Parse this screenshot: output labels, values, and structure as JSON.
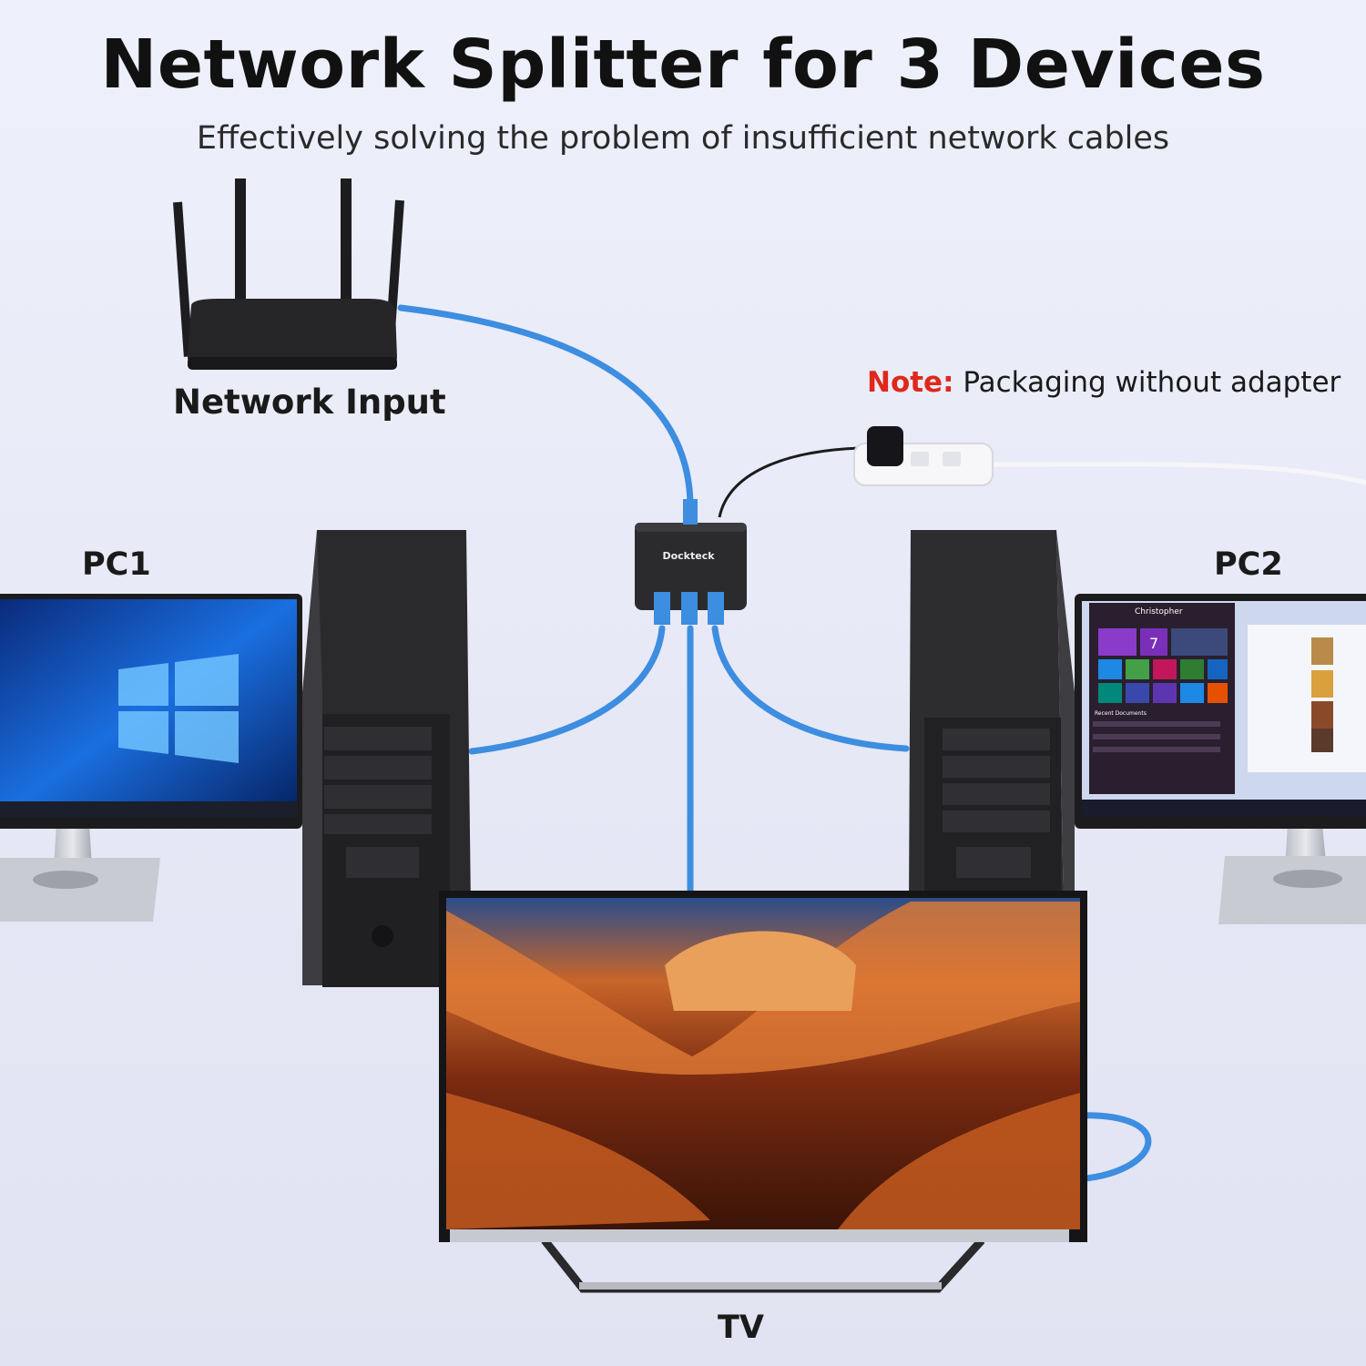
{
  "header": {
    "title": "Network Splitter for 3 Devices",
    "subtitle": "Effectively solving the problem of insufficient network cables"
  },
  "labels": {
    "network_input": "Network Input",
    "pc1": "PC1",
    "pc2": "PC2",
    "tv": "TV"
  },
  "note": {
    "prefix": "Note:",
    "text": "Packaging without adapter"
  },
  "device": {
    "brand": "Dockteck"
  },
  "pc2_screen": {
    "user": "Christopher",
    "tile_number": "7",
    "recent_heading": "Recent Documents"
  },
  "colors": {
    "cable": "#3d8de0",
    "accent_note": "#e0271b",
    "device_body": "#2b2b2e"
  },
  "icons": [
    "router-icon",
    "splitter-icon",
    "power-strip-icon",
    "windows-logo-icon"
  ]
}
